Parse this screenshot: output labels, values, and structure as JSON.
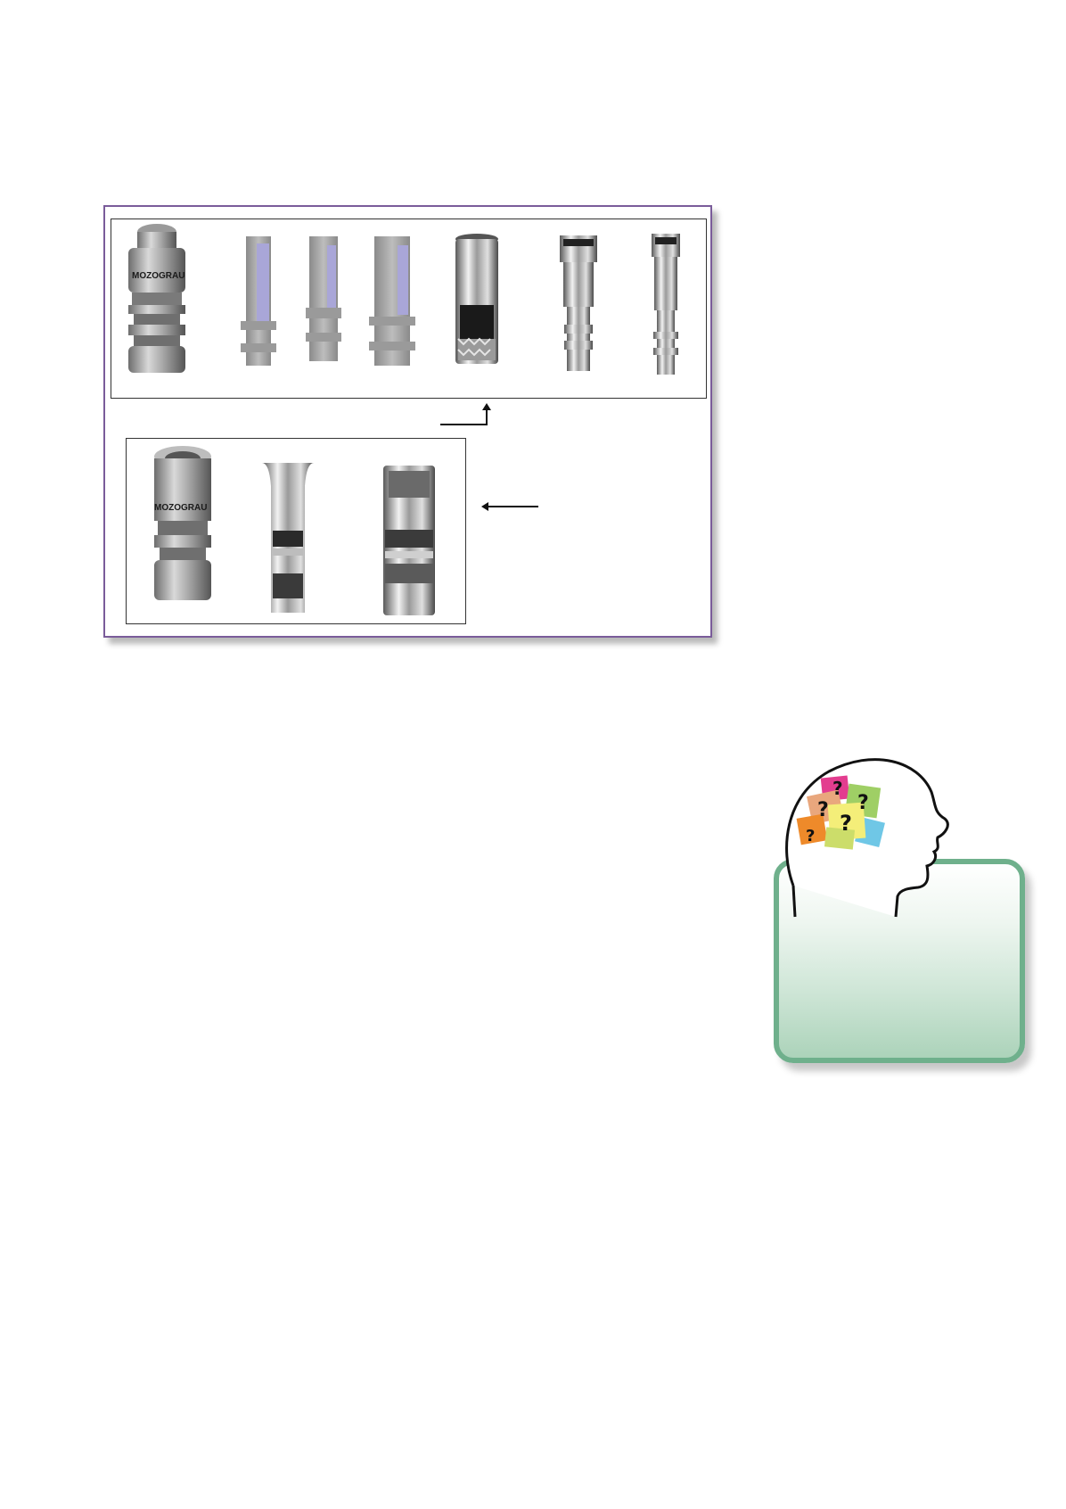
{
  "figure": {
    "brand_label_top": "MOZOGRAU",
    "brand_label_bottom": "MOZOGRAU",
    "top_panel_items": [
      "implant-analog-hex",
      "cutaway-analog-1",
      "cutaway-analog-2",
      "cutaway-analog-3",
      "knurled-analog",
      "stepped-analog-1",
      "stepped-analog-2"
    ],
    "bottom_panel_items": [
      "implant-analog-internal",
      "flared-analog",
      "straight-knurled-analog"
    ]
  },
  "illustration": {
    "head_icon": "thinking-head-icon",
    "question_marks": [
      "?",
      "?",
      "?",
      "?",
      "?"
    ]
  },
  "colors": {
    "frame_border": "#7a5c9a",
    "note_border": "#6fb08c",
    "note_gradient_bottom": "#acd3ba"
  }
}
